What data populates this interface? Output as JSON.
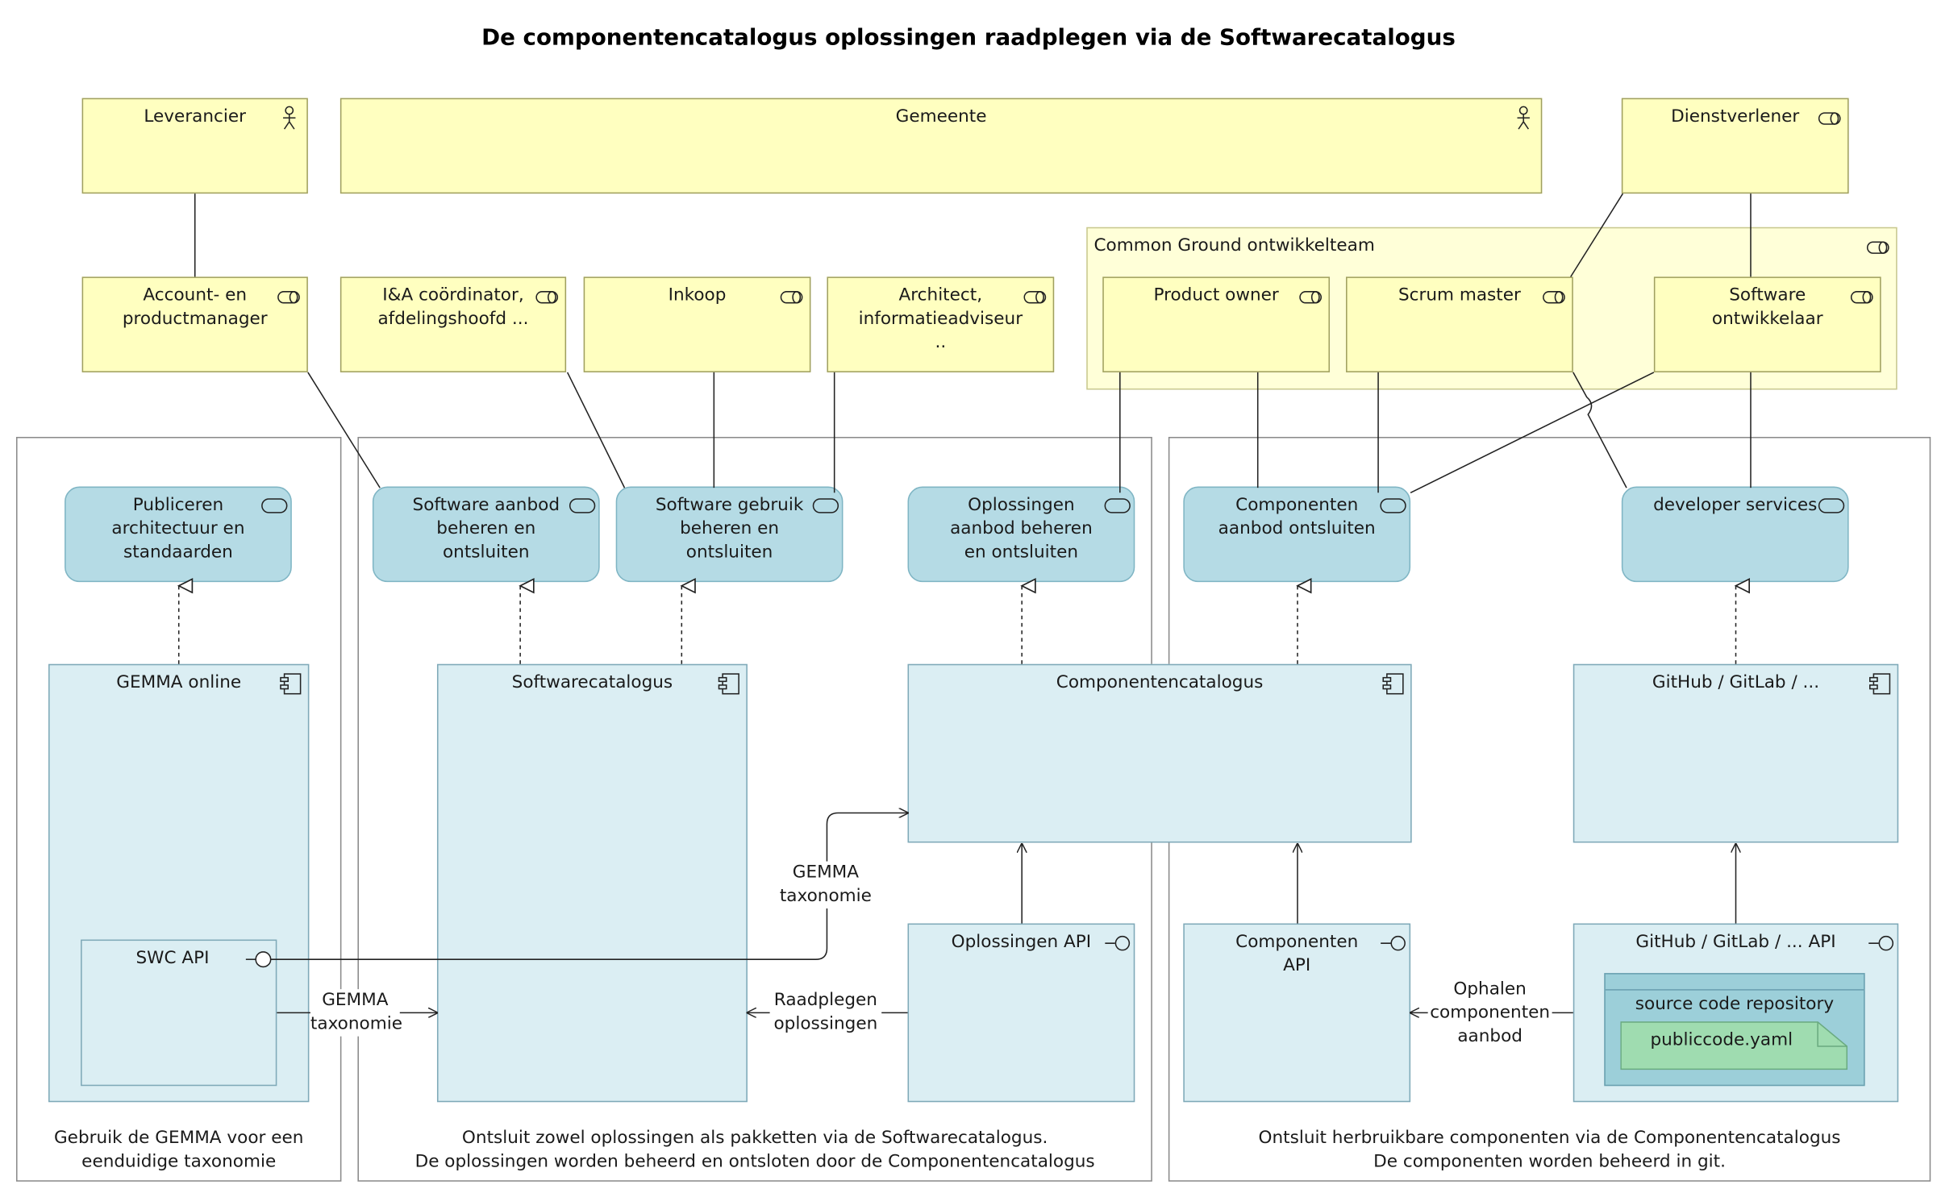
{
  "title": "De componentencatalogus oplossingen raadplegen via de Softwarecatalogus",
  "actors": {
    "leverancier": "Leverancier",
    "gemeente": "Gemeente",
    "dienstverlener": "Dienstverlener"
  },
  "group": {
    "common_ground": "Common Ground ontwikkelteam"
  },
  "roles": {
    "account": "Account- en\nproductmanager",
    "ia": "I&A coördinator,\nafdelingshoofd ...",
    "inkoop": "Inkoop",
    "architect": "Architect,\ninformatieadviseur\n..",
    "product_owner": "Product owner",
    "scrum_master": "Scrum master",
    "developer": "Software\nontwikkelaar"
  },
  "services": {
    "publiceren": "Publiceren\narchitectuur en\nstandaarden",
    "sw_aanbod": "Software aanbod\nbeheren en\nontsluiten",
    "sw_gebruik": "Software gebruik\nbeheren en\nontsluiten",
    "oplossingen": "Oplossingen\naanbod beheren\nen ontsluiten",
    "componenten": "Componenten\naanbod ontsluiten",
    "dev_services": "developer services"
  },
  "components": {
    "gemma_online": "GEMMA online",
    "softwarecatalogus": "Softwarecatalogus",
    "componentencatalogus": "Componentencatalogus",
    "github": "GitHub / GitLab / ..."
  },
  "interfaces": {
    "swc_api": "SWC API",
    "oplossingen_api": "Oplossingen API",
    "componenten_api": "Componenten\nAPI",
    "github_api": "GitHub / GitLab / ...  API"
  },
  "repository": {
    "name": "source code repository",
    "file": "publiccode.yaml"
  },
  "flows": {
    "gemma_tax_1": "GEMMA\ntaxonomie",
    "gemma_tax_2": "GEMMA\ntaxonomie",
    "raadplegen": "Raadplegen\noplossingen",
    "ophalen": "Ophalen\ncomponenten\naanbod"
  },
  "captions": {
    "left": "Gebruik de GEMMA voor een\neenduidige taxonomie",
    "middle": "Ontsluit zowel oplossingen als  pakketten via de Softwarecatalogus.\nDe oplossingen worden beheerd en ontsloten door de Componentencatalogus",
    "right": "Ontsluit herbruikbare componenten via de Componentencatalogus\nDe componenten worden beheerd in git."
  },
  "colors": {
    "business": "#ffffc0",
    "service": "#b5dbe5",
    "component": "#dbeef3",
    "artifact": "#9fdcb0",
    "repository": "#9ccfd9"
  }
}
